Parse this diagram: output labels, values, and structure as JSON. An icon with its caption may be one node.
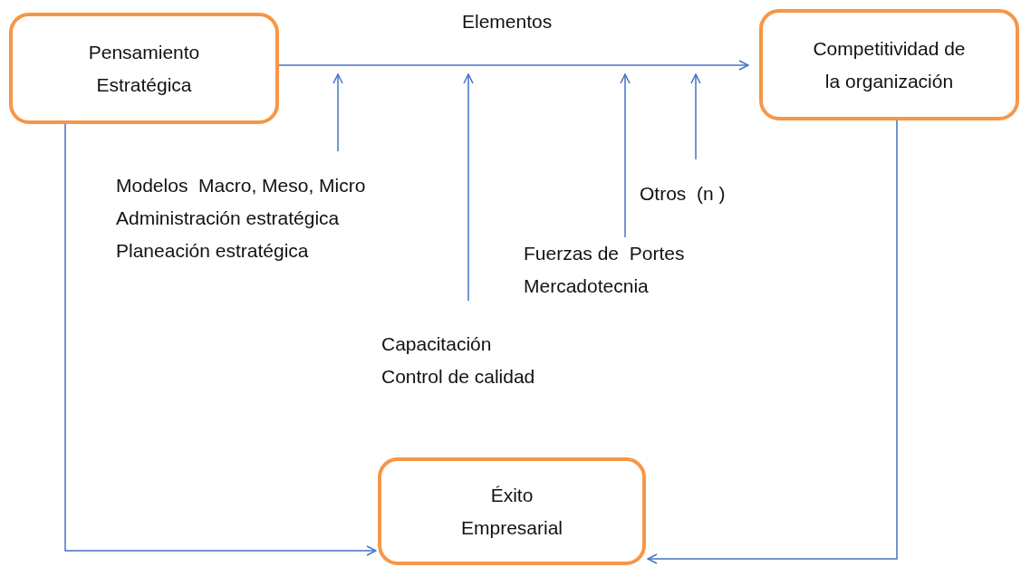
{
  "diagram": {
    "nodes": [
      {
        "text": [
          "Pensamiento Estratégica"
        ]
      },
      {
        "text": [
          "Competitividad de la organización"
        ]
      },
      {
        "text": [
          "Éxito Empresarial"
        ]
      },
      {
        "text": [
          "Modelos  Macro, Meso, Micro",
          "Administración estratégica",
          "Planeación estratégica"
        ]
      },
      {
        "text": [
          "Capacitación",
          "Control de calidad"
        ]
      },
      {
        "text": [
          "Fuerzas de  Portes",
          "Mercadotecnia"
        ]
      },
      {
        "text": [
          "Otros  (n )"
        ]
      }
    ],
    "edges": [
      {
        "from": 0,
        "to": 1,
        "arrow": "to",
        "label": "Elementos"
      },
      {
        "from": 3,
        "to": null,
        "arrow": "to"
      },
      {
        "from": 4,
        "to": null,
        "arrow": "to"
      },
      {
        "from": 5,
        "to": null,
        "arrow": "to"
      },
      {
        "from": 6,
        "to": null,
        "arrow": "to"
      },
      {
        "from": 0,
        "to": 2,
        "arrow": "to"
      },
      {
        "from": 1,
        "to": 2,
        "arrow": "to"
      }
    ]
  }
}
